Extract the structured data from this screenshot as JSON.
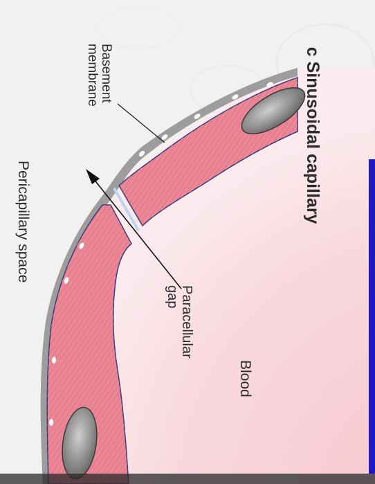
{
  "figure": {
    "panel_letter": "c",
    "title": "Sinusoidal capillary",
    "labels": {
      "basement_membrane": "Basement\nmembrane",
      "pericapillary_space": "Pericapillary space",
      "paracellular_gap": "Paracellular\ngap",
      "blood": "Blood"
    }
  },
  "colors": {
    "page_background": "#f4f1ef",
    "blood_fill": "#f7d3d9",
    "endothelial_cell": "#e8808f",
    "basement_membrane": "#9c9c9c",
    "nucleus": "#7b7b7b",
    "right_bar": "#1f18c9"
  }
}
